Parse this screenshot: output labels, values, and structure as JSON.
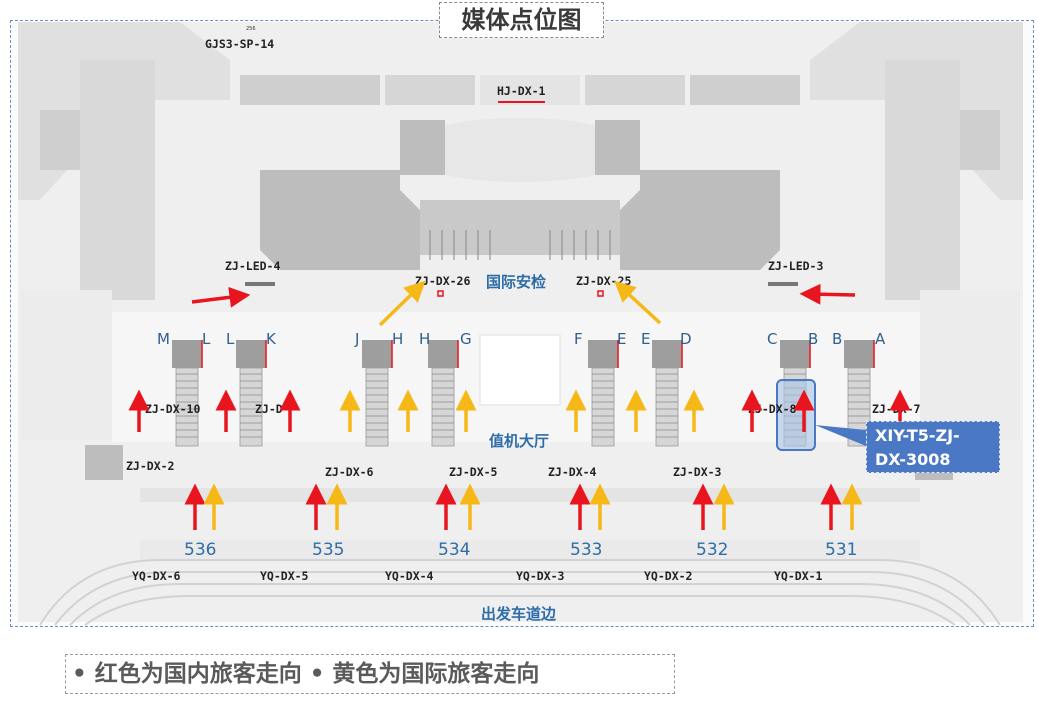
{
  "title": "媒体点位图",
  "legend": "• 红色为国内旅客走向  • 黄色为国际旅客走向",
  "callout": {
    "line1": "XIY-T5-ZJ-",
    "line2": "DX-3008"
  },
  "zones": {
    "security": "国际安检",
    "checkin_hall": "值机大厅",
    "curbside": "出发车道边"
  },
  "colors": {
    "domestic": "#e8141e",
    "international": "#f6b817",
    "callout": "#4a78c4"
  },
  "top_labels": {
    "gjs": "GJS3-SP-14",
    "hj": "HJ-DX-1",
    "num": "256"
  },
  "led_labels": {
    "left": "ZJ-LED-4",
    "right": "ZJ-LED-3"
  },
  "security_labels": {
    "left": "ZJ-DX-26",
    "right": "ZJ-DX-25"
  },
  "hall_labels": {
    "zj10": "ZJ-DX-10",
    "zj9": "ZJ-D",
    "zj8": "ZJ-DX-8",
    "zj7": "ZJ-DX-7",
    "zj2": "ZJ-DX-2"
  },
  "counter_letters": [
    "M",
    "L",
    "L",
    "K",
    "J",
    "H",
    "H",
    "G",
    "F",
    "E",
    "E",
    "D",
    "C",
    "B",
    "B",
    "A"
  ],
  "door_labels": [
    "ZJ-DX-6",
    "ZJ-DX-5",
    "ZJ-DX-4",
    "ZJ-DX-3"
  ],
  "gates": [
    "536",
    "535",
    "534",
    "533",
    "532",
    "531"
  ],
  "yq_labels": [
    "YQ-DX-6",
    "YQ-DX-5",
    "YQ-DX-4",
    "YQ-DX-3",
    "YQ-DX-2",
    "YQ-DX-1"
  ]
}
